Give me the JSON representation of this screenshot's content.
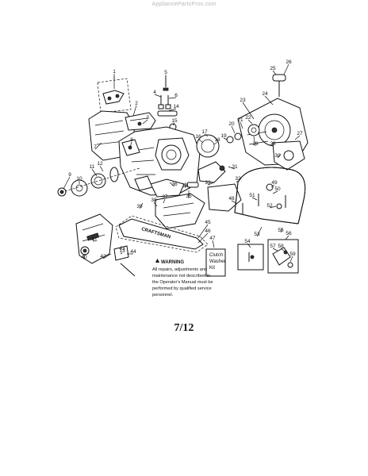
{
  "site": "AppliancePartsPros.com",
  "page_number": "7/12",
  "brand_mark": "CRAFTSMAN",
  "warning": {
    "heading": "WARNING",
    "lines": [
      "All repairs, adjustments and",
      "maintenance not described in",
      "the Operator's Manual must be",
      "performed by qualified service",
      "personnel."
    ]
  },
  "kit_label": {
    "lines": [
      "Clutch",
      "Washer",
      "Kit"
    ]
  },
  "callouts": [
    {
      "n": "1"
    },
    {
      "n": "2"
    },
    {
      "n": "3"
    },
    {
      "n": "4"
    },
    {
      "n": "5"
    },
    {
      "n": "6"
    },
    {
      "n": "7"
    },
    {
      "n": "8"
    },
    {
      "n": "9"
    },
    {
      "n": "10"
    },
    {
      "n": "11"
    },
    {
      "n": "12"
    },
    {
      "n": "13"
    },
    {
      "n": "14"
    },
    {
      "n": "15"
    },
    {
      "n": "16"
    },
    {
      "n": "17"
    },
    {
      "n": "18"
    },
    {
      "n": "19"
    },
    {
      "n": "20"
    },
    {
      "n": "21"
    },
    {
      "n": "22"
    },
    {
      "n": "23"
    },
    {
      "n": "24"
    },
    {
      "n": "25"
    },
    {
      "n": "26"
    },
    {
      "n": "27"
    },
    {
      "n": "28"
    },
    {
      "n": "29"
    },
    {
      "n": "30"
    },
    {
      "n": "31"
    },
    {
      "n": "32"
    },
    {
      "n": "33"
    },
    {
      "n": "34"
    },
    {
      "n": "35"
    },
    {
      "n": "36"
    },
    {
      "n": "37"
    },
    {
      "n": "38"
    },
    {
      "n": "39"
    },
    {
      "n": "40"
    },
    {
      "n": "41"
    },
    {
      "n": "42"
    },
    {
      "n": "43"
    },
    {
      "n": "44"
    },
    {
      "n": "45"
    },
    {
      "n": "46"
    },
    {
      "n": "47"
    },
    {
      "n": "48"
    },
    {
      "n": "49"
    },
    {
      "n": "50"
    },
    {
      "n": "51"
    },
    {
      "n": "52"
    },
    {
      "n": "53"
    },
    {
      "n": "54"
    },
    {
      "n": "55"
    },
    {
      "n": "56"
    },
    {
      "n": "57"
    },
    {
      "n": "58"
    },
    {
      "n": "59"
    }
  ]
}
